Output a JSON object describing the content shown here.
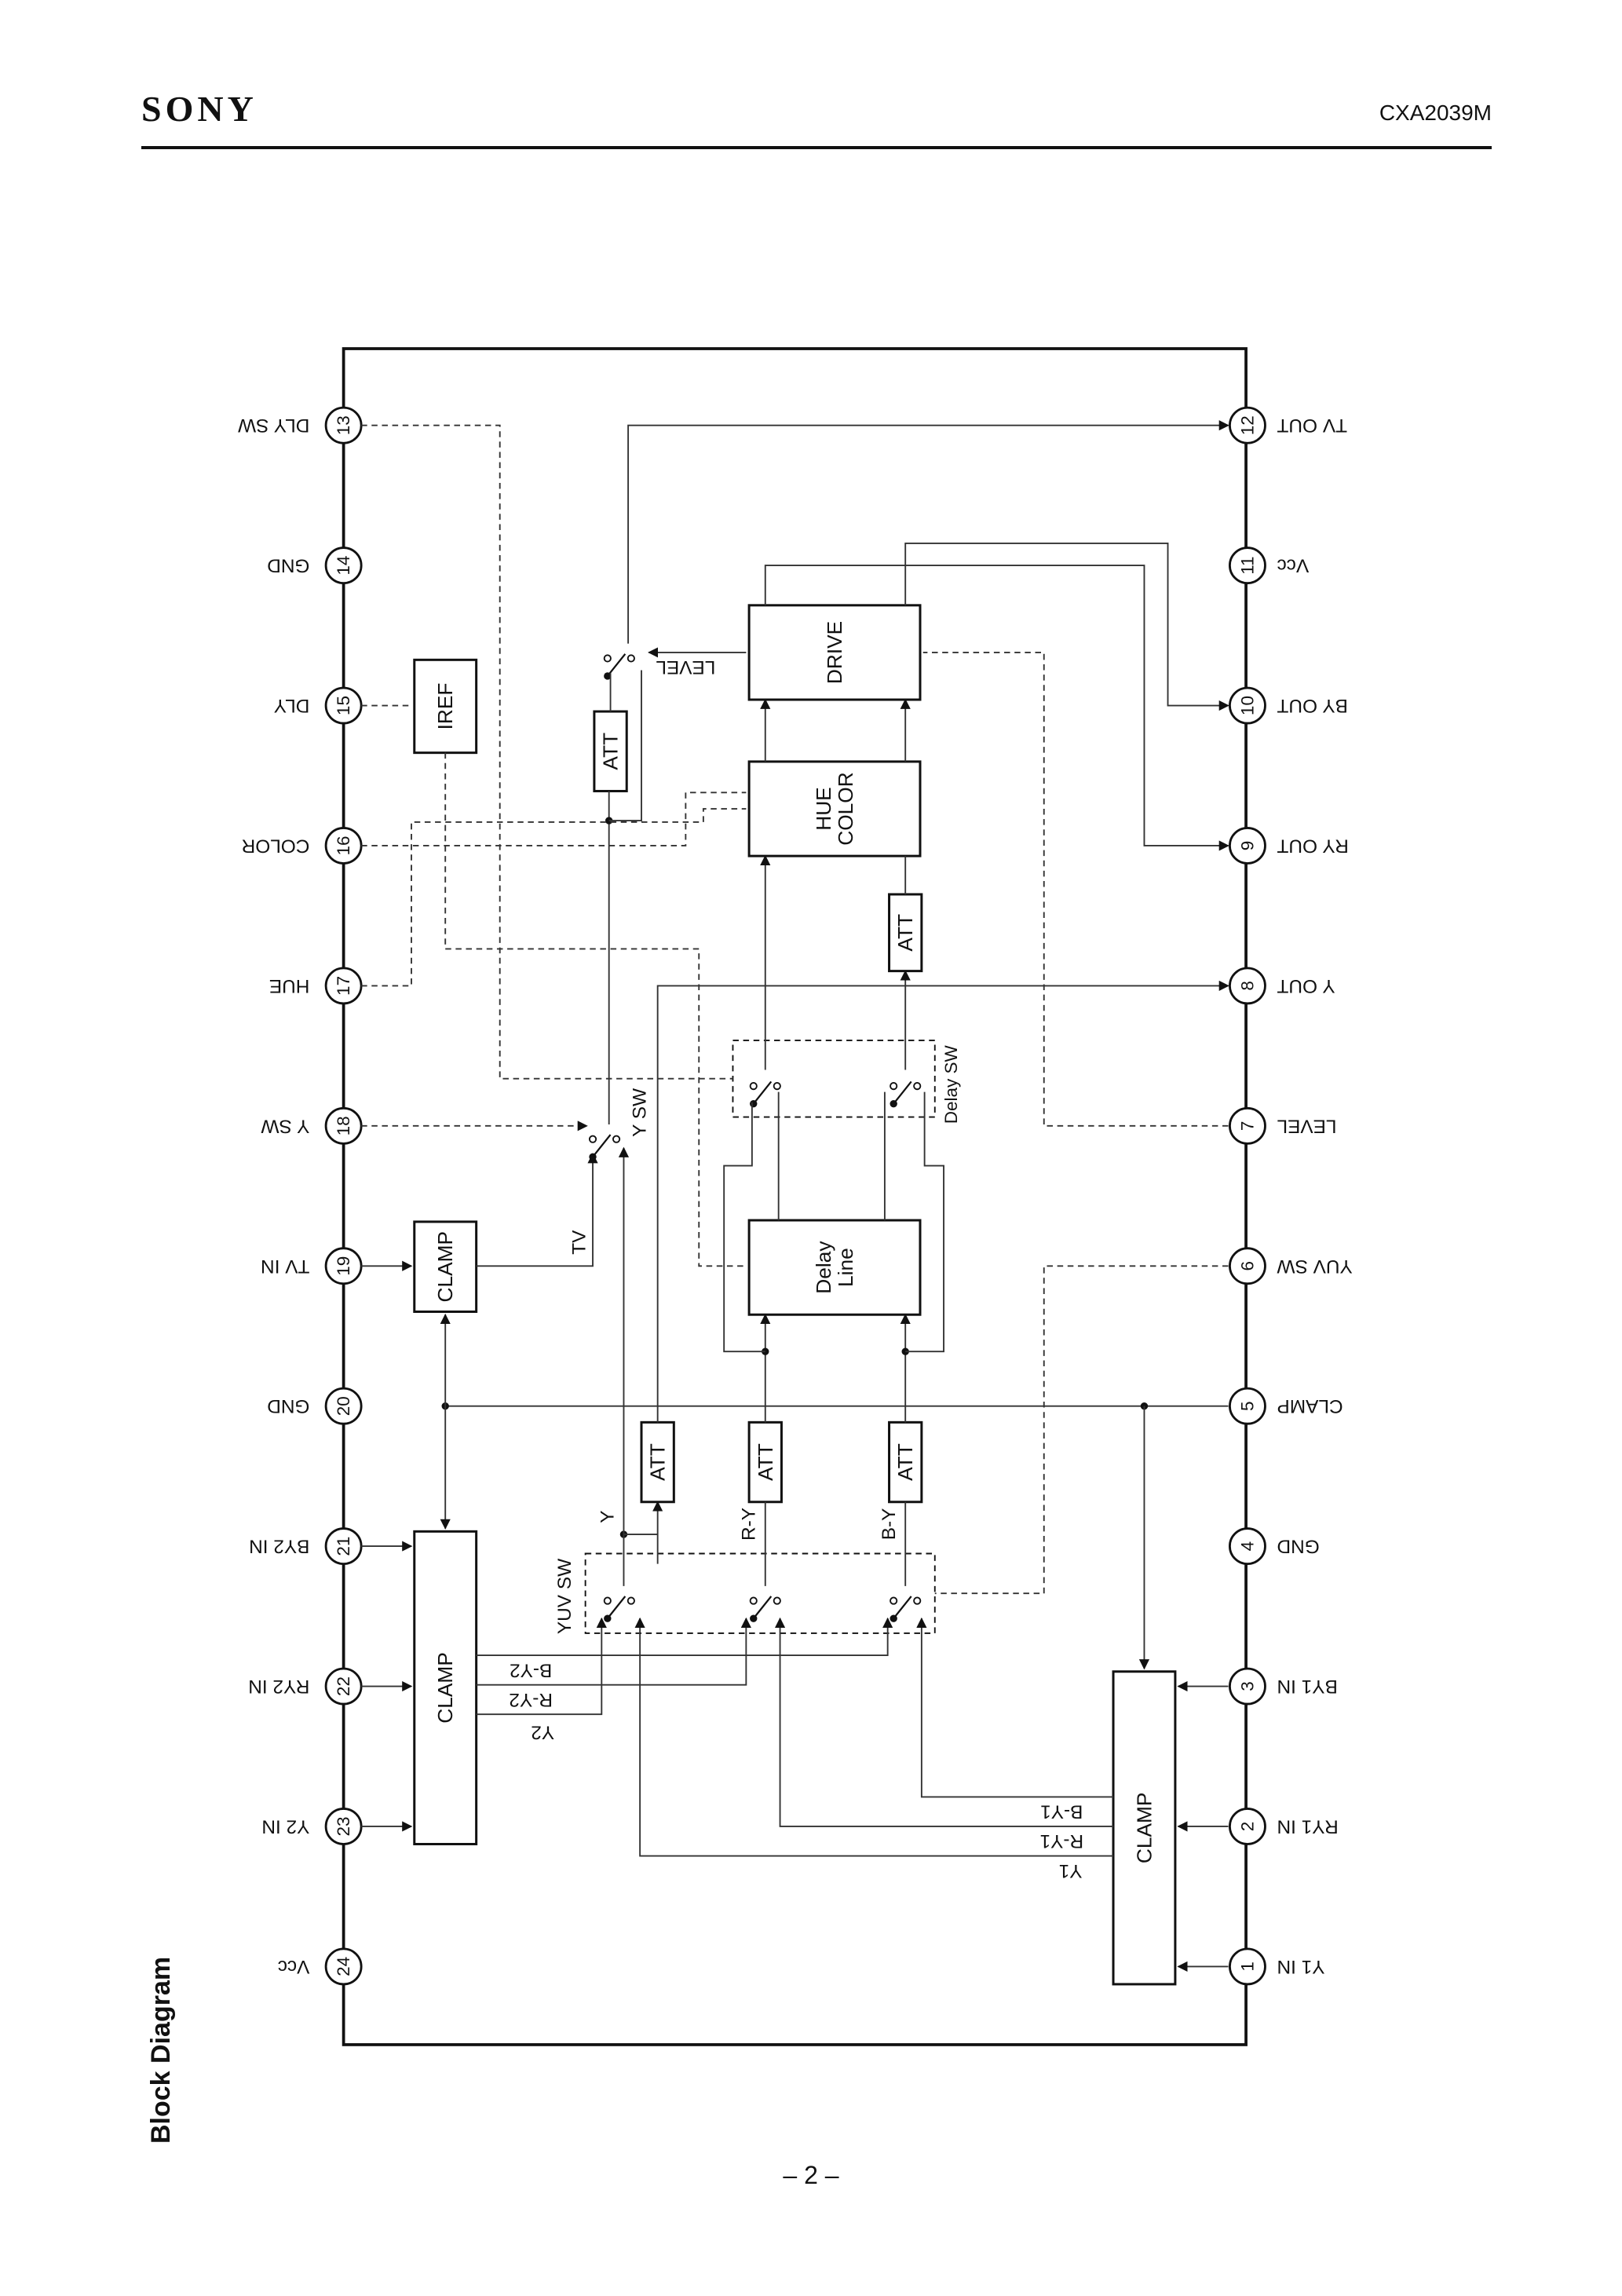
{
  "header": {
    "logo": "SONY",
    "part_number": "CXA2039M"
  },
  "section_title": "Block Diagram",
  "page_number": "– 2 –",
  "pins": [
    {
      "num": "1",
      "label": "Y1 IN"
    },
    {
      "num": "2",
      "label": "RY1 IN"
    },
    {
      "num": "3",
      "label": "BY1 IN"
    },
    {
      "num": "4",
      "label": "GND"
    },
    {
      "num": "5",
      "label": "CLAMP"
    },
    {
      "num": "6",
      "label": "YUV SW"
    },
    {
      "num": "7",
      "label": "LEVEL"
    },
    {
      "num": "8",
      "label": "Y OUT"
    },
    {
      "num": "9",
      "label": "RY OUT"
    },
    {
      "num": "10",
      "label": "BY OUT"
    },
    {
      "num": "11",
      "label": "Vcc"
    },
    {
      "num": "12",
      "label": "TV OUT"
    },
    {
      "num": "13",
      "label": "DLY SW"
    },
    {
      "num": "14",
      "label": "GND"
    },
    {
      "num": "15",
      "label": "DLY"
    },
    {
      "num": "16",
      "label": "COLOR"
    },
    {
      "num": "17",
      "label": "HUE"
    },
    {
      "num": "18",
      "label": "Y SW"
    },
    {
      "num": "19",
      "label": "TV IN"
    },
    {
      "num": "20",
      "label": "GND"
    },
    {
      "num": "21",
      "label": "BY2 IN"
    },
    {
      "num": "22",
      "label": "RY2 IN"
    },
    {
      "num": "23",
      "label": "Y2 IN"
    },
    {
      "num": "24",
      "label": "Vcc"
    }
  ],
  "blocks": {
    "drive": "DRIVE",
    "hue_color": [
      "HUE",
      "COLOR"
    ],
    "iref": "IREF",
    "att": "ATT",
    "clamp": "CLAMP",
    "delay_line": [
      "Delay",
      "Line"
    ]
  },
  "labels": {
    "level": "LEVEL",
    "y_sw": "Y SW",
    "delay_sw": "Delay SW",
    "yuv_sw": "YUV SW",
    "tv": "TV",
    "y": "Y",
    "r_y": "R-Y",
    "b_y": "B-Y",
    "b_y2": "B-Y2",
    "r_y2": "R-Y2",
    "y2": "Y2",
    "b_y1": "B-Y1",
    "r_y1": "R-Y1",
    "y1": "Y1"
  }
}
